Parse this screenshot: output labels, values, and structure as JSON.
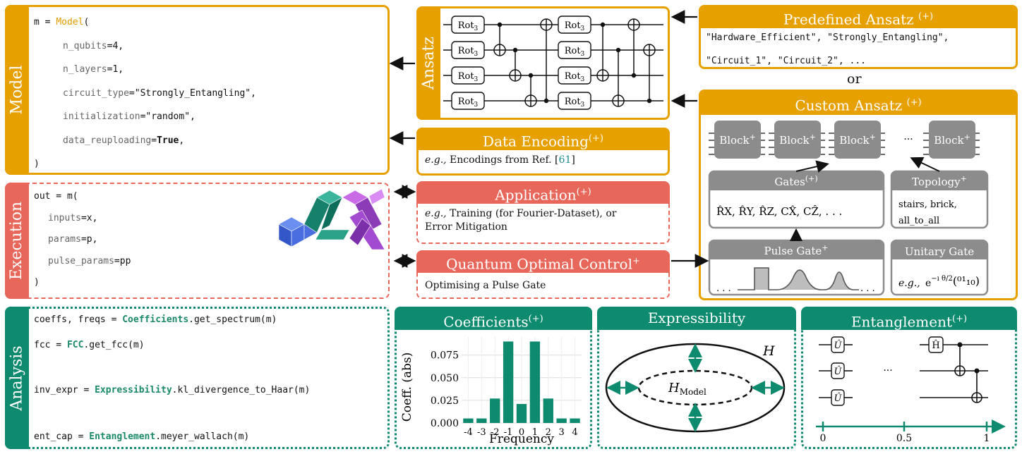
{
  "colors": {
    "orange": "#e6a000",
    "red": "#e8675b",
    "green": "#0e8a6e",
    "gray": "#8c8c8c"
  },
  "model": {
    "side_label": "Model",
    "lines": [
      {
        "plain": "m = ",
        "kw": "Model",
        "rest": "("
      },
      {
        "arg": "n_qubits",
        "val": "=4,"
      },
      {
        "arg": "n_layers",
        "val": "=1,"
      },
      {
        "arg": "circuit_type",
        "val": "=\"Strongly_Entangling\","
      },
      {
        "arg": "initialization",
        "val": "=\"random\","
      },
      {
        "arg": "data_reuploading",
        "val": "=",
        "bold": "True",
        "tail": ","
      },
      {
        "plain": ")"
      }
    ]
  },
  "execution": {
    "side_label": "Execution",
    "lines": [
      {
        "plain": "out = m("
      },
      {
        "arg": "inputs",
        "val": "=x,"
      },
      {
        "arg": "params",
        "val": "=p,"
      },
      {
        "arg": "pulse_params",
        "val": "=pp"
      },
      {
        "plain": ")"
      }
    ]
  },
  "analysis": {
    "side_label": "Analysis",
    "lines": [
      {
        "pre": "coeffs, freqs = ",
        "kw": "Coefficients",
        "post": ".get_spectrum(m)"
      },
      {
        "pre": "fcc = ",
        "kw": "FCC",
        "post": ".get_fcc(m)"
      },
      {
        "pre": "inv_expr = ",
        "kw": "Expressibility",
        "post": ".kl_divergence_to_Haar(m)"
      },
      {
        "pre": "ent_cap = ",
        "kw": "Entanglement",
        "post": ".meyer_wallach(m)"
      }
    ]
  },
  "ansatz": {
    "side_label": "Ansatz",
    "rot_label": "Rot",
    "rot_sub": "3"
  },
  "predefined": {
    "title": "Predefined Ansatz",
    "sup": "(+)",
    "line1": "\"Hardware_Efficient\", \"Strongly_Entangling\",",
    "line2": "\"Circuit_1\", \"Circuit_2\", ..."
  },
  "or_label": "or",
  "custom": {
    "title": "Custom Ansatz",
    "sup": "(+)",
    "block_label": "Block",
    "block_sup": "+",
    "ellipsis": "···",
    "gates_title": "Gates",
    "gates_sup": "(+)",
    "gates_list": "R̂X, R̂Y, R̂Z, CX̂, CẐ, . . .",
    "topology_title": "Topology",
    "topology_sup": "+",
    "topology_l1": "stairs, brick,",
    "topology_l2": "all_to_all",
    "pulse_title": "Pulse Gate",
    "pulse_sup": "+",
    "pulse_dots": ". . .",
    "unitary_title": "Unitary Gate",
    "unitary_eg": "e.g.,"
  },
  "encoding": {
    "title": "Data Encoding",
    "sup": "(+)",
    "eg": "e.g.,",
    "text": " Encodings from Ref. [",
    "ref": "61",
    "close": "]"
  },
  "application": {
    "title": "Application",
    "sup": "(+)",
    "eg": "e.g.,",
    "line1": " Training (for Fourier-Dataset), or",
    "line2": "Error Mitigation"
  },
  "qoc": {
    "title": "Quantum Optimal Control",
    "sup": "+",
    "text": "Optimising a Pulse Gate"
  },
  "coefficients": {
    "title": "Coefficients",
    "sup": "(+)"
  },
  "chart_data": {
    "type": "bar",
    "categories": [
      "-4",
      "-3",
      "-2",
      "-1",
      "0",
      "1",
      "2",
      "3",
      "4"
    ],
    "values": [
      0.005,
      0.005,
      0.027,
      0.09,
      0.021,
      0.09,
      0.027,
      0.005,
      0.005
    ],
    "yticks": [
      "0.000",
      "0.025",
      "0.050",
      "0.075"
    ],
    "ylim": [
      0,
      0.095
    ],
    "xlabel": "Frequency",
    "ylabel": "Coeff. (abs)",
    "grid": true
  },
  "expressibility": {
    "title": "Expressibility",
    "outer": "H",
    "inner": "H",
    "inner_sub": "Model"
  },
  "entanglement": {
    "title": "Entanglement",
    "sup": "(+)",
    "u_label": "Û",
    "h_label": "Ĥ",
    "dots": "···",
    "axis_ticks": [
      "0",
      "0.5",
      "1"
    ]
  }
}
